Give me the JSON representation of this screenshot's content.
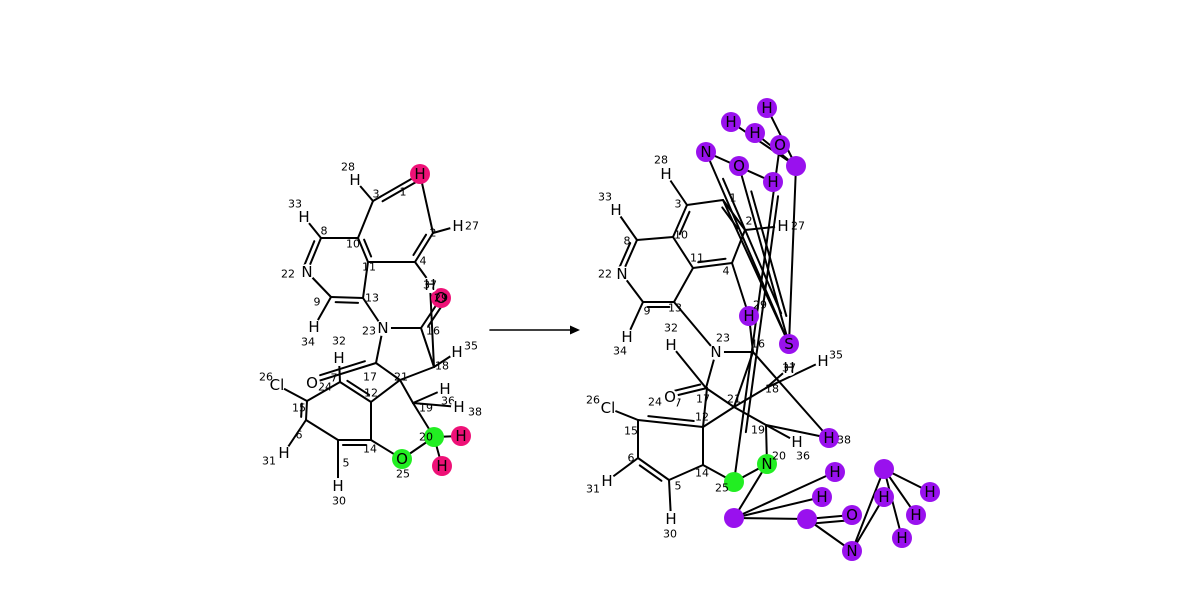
{
  "reaction": {
    "arrow_label": "",
    "reactant": {
      "atoms": [
        {
          "id": "1",
          "sym": "H",
          "color": "#ee1177"
        },
        {
          "id": "2",
          "sym": "",
          "color": ""
        },
        {
          "id": "3",
          "sym": "",
          "color": ""
        },
        {
          "id": "4",
          "sym": "",
          "color": ""
        },
        {
          "id": "5",
          "sym": "",
          "color": ""
        },
        {
          "id": "6",
          "sym": "",
          "color": ""
        },
        {
          "id": "7",
          "sym": "",
          "color": ""
        },
        {
          "id": "8",
          "sym": "",
          "color": ""
        },
        {
          "id": "9",
          "sym": "",
          "color": ""
        },
        {
          "id": "10",
          "sym": "",
          "color": ""
        },
        {
          "id": "11",
          "sym": "",
          "color": ""
        },
        {
          "id": "12",
          "sym": "",
          "color": ""
        },
        {
          "id": "13",
          "sym": "",
          "color": ""
        },
        {
          "id": "14",
          "sym": "",
          "color": ""
        },
        {
          "id": "15",
          "sym": "",
          "color": ""
        },
        {
          "id": "16",
          "sym": "",
          "color": ""
        },
        {
          "id": "17",
          "sym": "",
          "color": ""
        },
        {
          "id": "18",
          "sym": "",
          "color": ""
        },
        {
          "id": "19",
          "sym": "",
          "color": ""
        },
        {
          "id": "20",
          "sym": "",
          "color": "#22ee22"
        },
        {
          "id": "21",
          "sym": "",
          "color": ""
        },
        {
          "id": "22",
          "sym": "N",
          "color": ""
        },
        {
          "id": "23",
          "sym": "N",
          "color": ""
        },
        {
          "id": "24",
          "sym": "",
          "color": ""
        },
        {
          "id": "25",
          "sym": "O",
          "color": "#22ee22"
        },
        {
          "id": "26",
          "sym": "Cl",
          "color": ""
        },
        {
          "id": "27",
          "sym": "H",
          "color": ""
        },
        {
          "id": "28",
          "sym": "H",
          "color": ""
        },
        {
          "id": "29",
          "sym": "O",
          "color": "#ee1177"
        },
        {
          "id": "30",
          "sym": "H",
          "color": ""
        },
        {
          "id": "31",
          "sym": "H",
          "color": ""
        },
        {
          "id": "32",
          "sym": "H",
          "color": ""
        },
        {
          "id": "33",
          "sym": "H",
          "color": ""
        },
        {
          "id": "34",
          "sym": "H",
          "color": ""
        },
        {
          "id": "35",
          "sym": "H",
          "color": ""
        },
        {
          "id": "36",
          "sym": "H",
          "color": ""
        },
        {
          "id": "37",
          "sym": "H",
          "color": ""
        },
        {
          "id": "38",
          "sym": "H",
          "color": ""
        },
        {
          "id": "",
          "sym": "O",
          "color": ""
        },
        {
          "id": "",
          "sym": "H",
          "color": "#ee1177"
        },
        {
          "id": "",
          "sym": "H",
          "color": "#ee1177"
        }
      ]
    },
    "product": {
      "atoms": [
        {
          "id": "1",
          "sym": "",
          "color": ""
        },
        {
          "id": "2",
          "sym": "",
          "color": ""
        },
        {
          "id": "3",
          "sym": "",
          "color": ""
        },
        {
          "id": "4",
          "sym": "",
          "color": ""
        },
        {
          "id": "5",
          "sym": "",
          "color": ""
        },
        {
          "id": "6",
          "sym": "",
          "color": ""
        },
        {
          "id": "7",
          "sym": "",
          "color": ""
        },
        {
          "id": "8",
          "sym": "",
          "color": ""
        },
        {
          "id": "9",
          "sym": "",
          "color": ""
        },
        {
          "id": "10",
          "sym": "",
          "color": ""
        },
        {
          "id": "11",
          "sym": "",
          "color": ""
        },
        {
          "id": "12",
          "sym": "",
          "color": ""
        },
        {
          "id": "13",
          "sym": "",
          "color": ""
        },
        {
          "id": "14",
          "sym": "",
          "color": ""
        },
        {
          "id": "15",
          "sym": "",
          "color": ""
        },
        {
          "id": "16",
          "sym": "",
          "color": ""
        },
        {
          "id": "17",
          "sym": "",
          "color": ""
        },
        {
          "id": "18",
          "sym": "",
          "color": ""
        },
        {
          "id": "19",
          "sym": "",
          "color": ""
        },
        {
          "id": "20",
          "sym": "N",
          "color": "#22ee22"
        },
        {
          "id": "21",
          "sym": "",
          "color": ""
        },
        {
          "id": "22",
          "sym": "N",
          "color": ""
        },
        {
          "id": "23",
          "sym": "N",
          "color": ""
        },
        {
          "id": "24",
          "sym": "O",
          "color": ""
        },
        {
          "id": "25",
          "sym": "",
          "color": "#22ee22"
        },
        {
          "id": "26",
          "sym": "Cl",
          "color": ""
        },
        {
          "id": "27",
          "sym": "H",
          "color": ""
        },
        {
          "id": "28",
          "sym": "H",
          "color": ""
        },
        {
          "id": "29",
          "sym": "H",
          "color": "#9911ee"
        },
        {
          "id": "30",
          "sym": "H",
          "color": ""
        },
        {
          "id": "31",
          "sym": "H",
          "color": ""
        },
        {
          "id": "32",
          "sym": "H",
          "color": ""
        },
        {
          "id": "33",
          "sym": "H",
          "color": ""
        },
        {
          "id": "34",
          "sym": "H",
          "color": ""
        },
        {
          "id": "35",
          "sym": "H",
          "color": ""
        },
        {
          "id": "36",
          "sym": "H",
          "color": ""
        },
        {
          "id": "37",
          "sym": "H",
          "color": ""
        },
        {
          "id": "38",
          "sym": "H",
          "color": "#9911ee"
        },
        {
          "id": "",
          "sym": "S",
          "color": "#9911ee"
        },
        {
          "id": "",
          "sym": "O",
          "color": "#9911ee"
        },
        {
          "id": "",
          "sym": "N",
          "color": "#9911ee"
        },
        {
          "id": "",
          "sym": "H",
          "color": "#9911ee"
        },
        {
          "id": "",
          "sym": "",
          "color": "#9911ee"
        },
        {
          "id": "",
          "sym": "H",
          "color": "#9911ee"
        },
        {
          "id": "",
          "sym": "H",
          "color": "#9911ee"
        },
        {
          "id": "",
          "sym": "H",
          "color": "#9911ee"
        },
        {
          "id": "",
          "sym": "O",
          "color": "#9911ee"
        },
        {
          "id": "",
          "sym": "",
          "color": "#9911ee"
        },
        {
          "id": "",
          "sym": "H",
          "color": "#9911ee"
        },
        {
          "id": "",
          "sym": "H",
          "color": "#9911ee"
        },
        {
          "id": "",
          "sym": "",
          "color": "#9911ee"
        },
        {
          "id": "",
          "sym": "O",
          "color": "#9911ee"
        },
        {
          "id": "",
          "sym": "N",
          "color": "#9911ee"
        },
        {
          "id": "",
          "sym": "H",
          "color": "#9911ee"
        },
        {
          "id": "",
          "sym": "",
          "color": "#9911ee"
        },
        {
          "id": "",
          "sym": "H",
          "color": "#9911ee"
        },
        {
          "id": "",
          "sym": "H",
          "color": "#9911ee"
        },
        {
          "id": "",
          "sym": "H",
          "color": "#9911ee"
        }
      ]
    }
  }
}
